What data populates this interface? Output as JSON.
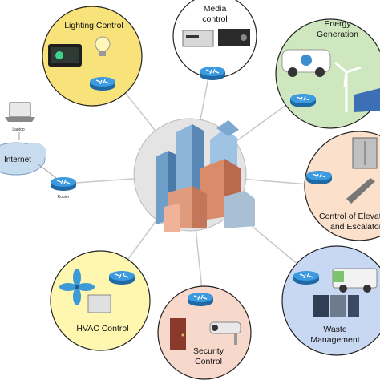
{
  "hub": {
    "icon": "city-buildings-icon"
  },
  "internet": {
    "label": "Internet",
    "laptop_label": "Laptop",
    "router_label": "Router"
  },
  "nodes": {
    "lighting": {
      "label": "Lighting Control",
      "color": "#f8e27a"
    },
    "media": {
      "label_line1": "Media",
      "label_line2": "control",
      "color": "#ffffff"
    },
    "energy": {
      "label_line1": "Energy",
      "label_line2": "Generation",
      "color": "#cfe7bf"
    },
    "elevator": {
      "label_line1": "Control of Elevators",
      "label_line2": "and Escalators",
      "color": "#fbe0cc"
    },
    "waste": {
      "label_line1": "Waste",
      "label_line2": "Management",
      "color": "#c9d8f2"
    },
    "security": {
      "label_line1": "Security",
      "label_line2": "Control",
      "color": "#f9d8cc"
    },
    "hvac": {
      "label": "HVAC Control",
      "color": "#fff7b0"
    }
  },
  "colors": {
    "router": "#2e86c8",
    "spoke": "#c8c8c8",
    "hub": "#e4e4e4",
    "border": "#222222"
  }
}
